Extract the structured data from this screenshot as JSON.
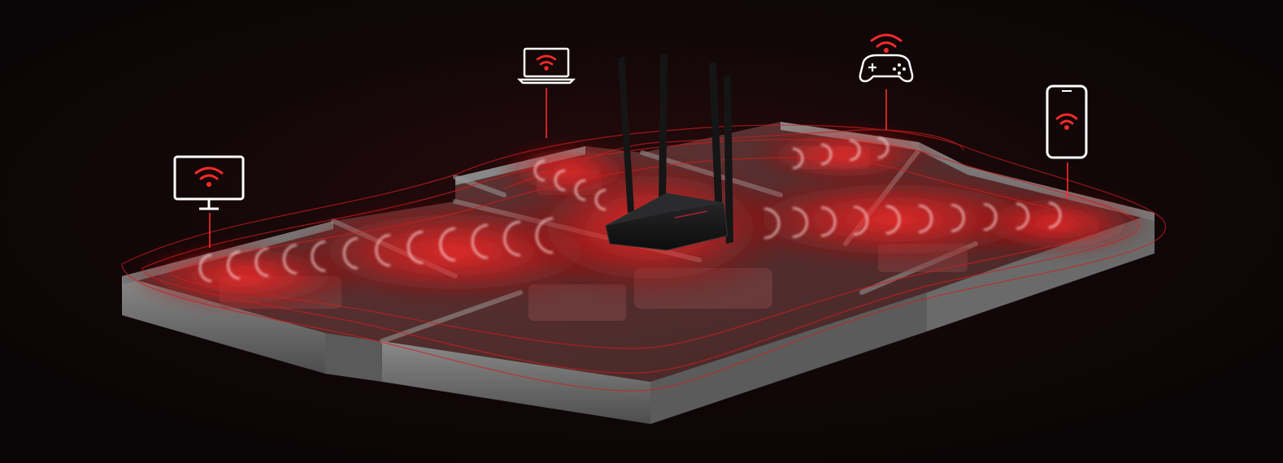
{
  "scene": {
    "subject": "router-coverage-illustration",
    "devices": [
      {
        "id": "monitor",
        "icon": "monitor-wifi-icon"
      },
      {
        "id": "laptop",
        "icon": "laptop-wifi-icon"
      },
      {
        "id": "gamepad",
        "icon": "gamepad-wifi-icon"
      },
      {
        "id": "phone",
        "icon": "smartphone-wifi-icon"
      }
    ],
    "router": {
      "icon": "router-icon",
      "antennas": 4
    }
  },
  "colors": {
    "background": "#0b0607",
    "accent_red": "#ff2a2a",
    "wall_gray": "#6b6b6b",
    "icon_outline": "#ffffff"
  }
}
